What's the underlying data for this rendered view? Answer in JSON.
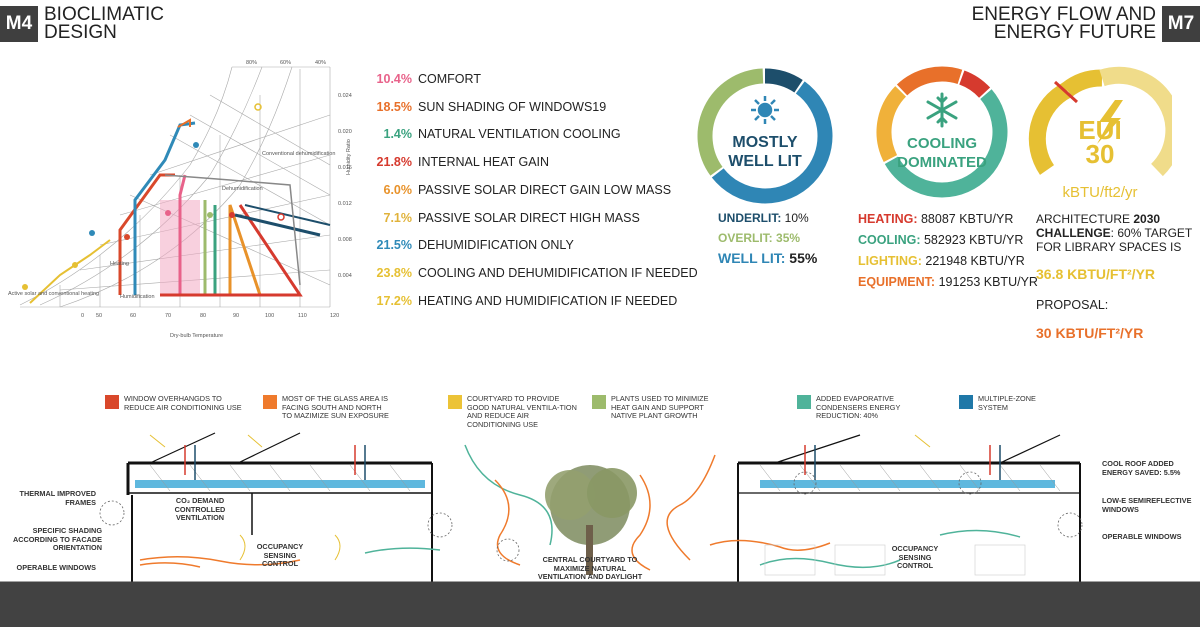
{
  "left_module": {
    "tag": "M4",
    "title_line1": "BIOCLIMATIC",
    "title_line2": "DESIGN"
  },
  "right_module": {
    "tag": "M7",
    "title_line1": "ENERGY FLOW AND",
    "title_line2": "ENERGY FUTURE"
  },
  "psychro": {
    "x_ticks": [
      "0",
      "50",
      "60",
      "70",
      "80",
      "90",
      "100",
      "110",
      "120"
    ],
    "xlabel": "Dry-bulb Temperature",
    "ylabel": "Humidity Ratio",
    "y_ticks": [
      "0.024",
      "0.020",
      "0.016",
      "0.012",
      "0.008",
      "0.004"
    ],
    "rh_labels": [
      "80%",
      "60%",
      "40%"
    ],
    "zone_label_conv": "Conventional dehumidification",
    "zone_label_humid": "Humidification",
    "zone_label_solar": "Active solar and conventional heating",
    "zone_label_heating": "Heating",
    "zone_label_dehum": "Dehumidification"
  },
  "strategies": [
    {
      "pct": "10.4%",
      "label": "COMFORT",
      "color": "#e8628a"
    },
    {
      "pct": "18.5%",
      "label": "SUN SHADING OF WINDOWS19",
      "color": "#e8702a"
    },
    {
      "pct": "1.4%",
      "label": "NATURAL VENTILATION COOLING",
      "color": "#3aa27f"
    },
    {
      "pct": "21.8%",
      "label": "INTERNAL HEAT GAIN",
      "color": "#d63a2e"
    },
    {
      "pct": "6.0%",
      "label": "PASSIVE SOLAR DIRECT GAIN LOW MASS",
      "color": "#e8922a"
    },
    {
      "pct": "7.1%",
      "label": "PASSIVE SOLAR DIRECT HIGH MASS",
      "color": "#e0b23a"
    },
    {
      "pct": "21.5%",
      "label": "DEHUMIDIFICATION ONLY",
      "color": "#2f8ab8"
    },
    {
      "pct": "23.8%",
      "label": "COOLING AND DEHUMIDIFICATION IF NEEDED",
      "color": "#e6c033"
    },
    {
      "pct": "17.2%",
      "label": "HEATING AND HUMIDIFICATION IF NEEDED",
      "color": "#e6c033"
    }
  ],
  "daylight": {
    "title_line1": "MOSTLY",
    "title_line2": "WELL LIT",
    "underlit_label": "UNDERLIT:",
    "underlit_value": "10%",
    "overlit_label": "OVERLIT:",
    "overlit_value": "35%",
    "welllit_label": "WELL LIT:",
    "welllit_value": "55%",
    "segments": [
      {
        "name": "underlit",
        "value": 10,
        "color": "#1d4e6b"
      },
      {
        "name": "welllit",
        "value": 55,
        "color": "#2f86b5"
      },
      {
        "name": "overlit",
        "value": 35,
        "color": "#9dbb6c"
      }
    ],
    "title_color": "#1d4e6b",
    "underlit_color": "#1d4e6b",
    "overlit_color": "#9dbb6c",
    "welllit_color": "#2f86b5"
  },
  "energy": {
    "title_line1": "COOLING",
    "title_line2": "DOMINATED",
    "rows": [
      {
        "label": "HEATING:",
        "value": "88087 KBTU/YR",
        "color": "#d63a2e"
      },
      {
        "label": "COOLING:",
        "value": "582923 KBTU/YR",
        "color": "#3aa27f"
      },
      {
        "label": "LIGHTING:",
        "value": "221948 KBTU/YR",
        "color": "#e6c033"
      },
      {
        "label": "EQUIPMENT:",
        "value": "191253 KBTU/YR",
        "color": "#e8702a"
      }
    ],
    "segments": [
      {
        "name": "heating",
        "value": 88087,
        "color": "#d63a2e"
      },
      {
        "name": "cooling",
        "value": 582923,
        "color": "#4fb39a"
      },
      {
        "name": "lighting",
        "value": 221948,
        "color": "#f0b13a"
      },
      {
        "name": "equipment",
        "value": 191253,
        "color": "#e8702a"
      }
    ]
  },
  "eui": {
    "title": "EUI",
    "value": "30",
    "unit": "kBTU/ft2/yr",
    "target_pre": "ARCHITECTURE ",
    "target_bold1": "2030",
    "target_bold2": "CHALLENGE",
    "target_post": ": 60% TARGET FOR LIBRARY SPACES IS",
    "target_value": "36.8 KBTU/FT²/YR",
    "proposal_label": "PROPOSAL:",
    "proposal_value": "30 KBTU/FT²/YR",
    "color": "#e6c033",
    "light_color": "#f0dc8a",
    "target_color": "#e6c033",
    "proposal_color": "#e8702a"
  },
  "section": {
    "callouts": [
      {
        "text": "WINDOW OVERHANGDS TO REDUCE AIR CONDITIONING USE",
        "color": "#d9482b"
      },
      {
        "text": "MOST OF THE GLASS AREA IS FACING SOUTH AND NORTH TO MAZIMIZE SUN EXPOSURE",
        "color": "#ef7a2c"
      },
      {
        "text": "COURTYARD TO PROVIDE GOOD NATURAL VENTILA-TION AND REDUCE AIR CONDITIONING USE",
        "color": "#ecc337"
      },
      {
        "text": "PLANTS USED TO MINIMIZE HEAT GAIN AND SUPPORT NATIVE PLANT GROWTH",
        "color": "#9dbb6c"
      },
      {
        "text": "ADDED EVAPORATIVE CONDENSERS ENERGY REDUCTION: 40%",
        "color": "#4fb39a"
      },
      {
        "text": "MULTIPLE-ZONE SYSTEM",
        "color": "#1f78a8"
      }
    ],
    "left_labels": [
      "THERMAL IMPROVED FRAMES",
      "SPECIFIC SHADING ACCORDING TO FACADE ORIENTATION",
      "OPERABLE WINDOWS"
    ],
    "right_labels": [
      "COOL ROOF ADDED ENERGY SAVED: 5.5%",
      "LOW-E SEMIREFLECTIVE WINDOWS",
      "OPERABLE WINDOWS"
    ],
    "co2_label": "CO₂ DEMAND CONTROLLED VENTILATION",
    "occupancy_left": "OCCUPANCY SENSING CONTROL",
    "occupancy_right": "OCCUPANCY SENSING CONTROL",
    "courtyard_label": "CENTRAL COURTYARD TO MAXIMIZE NATURAL VENTILATION AND DAYLIGHT"
  }
}
